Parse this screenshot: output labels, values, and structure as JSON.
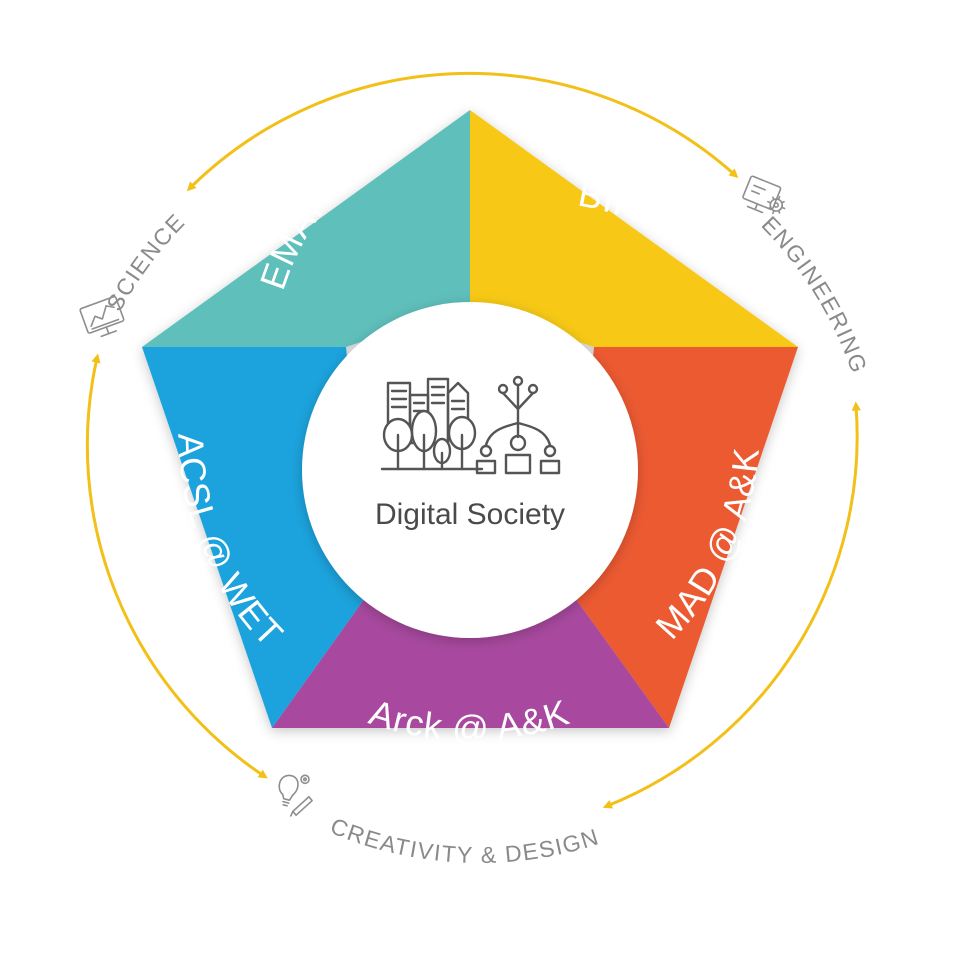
{
  "center": {
    "title": "Digital Society",
    "icon": "city-network-icon",
    "fill": "#ffffff",
    "text_color": "#4a4a4a"
  },
  "segments": [
    {
      "label": "EMAP @ IIW",
      "color": "#5fbfbb"
    },
    {
      "label": "BINF @ BEW",
      "color": "#f7c917"
    },
    {
      "label": "MAD @ A&K",
      "color": "#ec5a31"
    },
    {
      "label": "Arck @ A&K",
      "color": "#a8499f"
    },
    {
      "label": "ACSL @ WET",
      "color": "#1ea3dd"
    }
  ],
  "disciplines": {
    "science": {
      "label": "SCIENCE",
      "icon": "monitor-chart-icon"
    },
    "engineering": {
      "label": "ENGINEERING",
      "icon": "gear-monitor-icon"
    },
    "creativity": {
      "label": "CREATIVITY & DESIGN",
      "icon": "lightbulb-pencil-icon"
    }
  },
  "colors": {
    "arrow": "#f2c018",
    "discipline_text": "#8a8a8a"
  }
}
